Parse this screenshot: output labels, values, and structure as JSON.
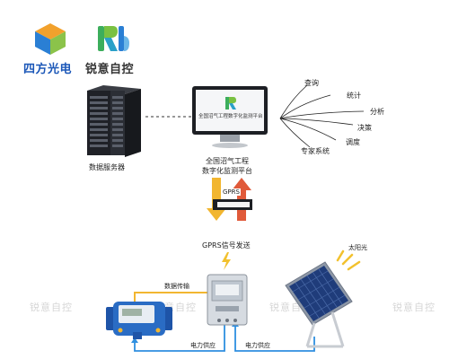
{
  "brands": {
    "brand1": "四方光电",
    "brand2": "锐意自控"
  },
  "server": {
    "label": "数据服务器"
  },
  "monitor": {
    "screen_title": "全国沼气工程数字化监测平台",
    "label_line1": "全国沼气工程",
    "label_line2": "数字化监测平台"
  },
  "fan": {
    "items": [
      "查询",
      "统计",
      "分析",
      "决策",
      "调度",
      "专家系统"
    ]
  },
  "gprs": {
    "tag": "GPRS",
    "send_label": "GPRS信号发送"
  },
  "links": {
    "data_transfer": "数据传输",
    "power_left": "电力供应",
    "power_right": "电力供应"
  },
  "solar": {
    "label": "太阳光"
  },
  "watermarks": [
    "锐意自控",
    "锐意自控",
    "锐意自控",
    "锐意自控"
  ],
  "colors": {
    "orange": "#f2b630",
    "red": "#e05a3a",
    "blue": "#3a8fd9",
    "cable": "#2e8fe0"
  }
}
